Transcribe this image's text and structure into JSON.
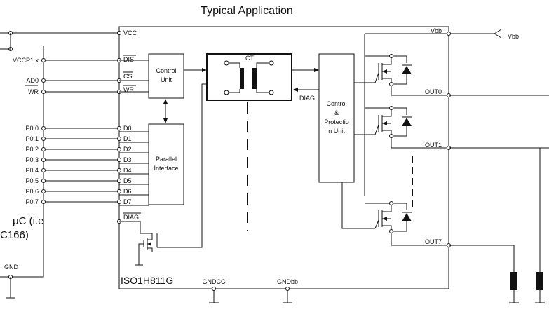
{
  "title": "Typical Application",
  "chip_label": "ISO1H811G",
  "mcu": {
    "name_line1": "μC (i.e",
    "name_line2": "C166)",
    "pins": [
      "VCCP1.x",
      "AD0",
      "WR",
      "P0.0",
      "P0.1",
      "P0.2",
      "P0.3",
      "P0.4",
      "P0.5",
      "P0.6",
      "P0.7"
    ],
    "gnd": "GND"
  },
  "chip_pins": {
    "vcc": "VCC",
    "dis": "DIS",
    "cs": "CS",
    "wr": "WR",
    "data": [
      "D0",
      "D1",
      "D2",
      "D3",
      "D4",
      "D5",
      "D6",
      "D7"
    ],
    "diag": "DIAG",
    "gndcc": "GNDCC",
    "gndbb": "GNDbb",
    "vbb": "Vbb",
    "outputs": [
      "OUT0",
      "OUT1",
      "OUT7"
    ]
  },
  "blocks": {
    "control_unit_l1": "Control",
    "control_unit_l2": "Unit",
    "parallel_l1": "Parallel",
    "parallel_l2": "Interface",
    "ct": "CT",
    "diag_signal": "DIAG",
    "prot_l1": "Control",
    "prot_l2": "&",
    "prot_l3": "Protectio",
    "prot_l4": "n Unit"
  },
  "supply": {
    "vbb": "Vbb"
  }
}
